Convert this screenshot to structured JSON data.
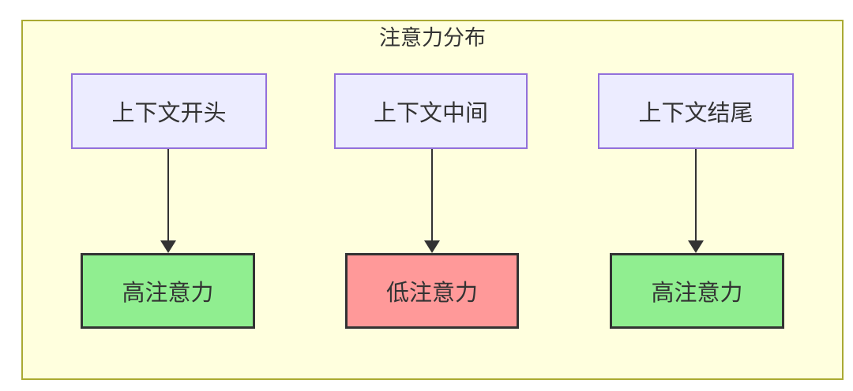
{
  "diagram": {
    "type": "flowchart",
    "title": "注意力分布",
    "top_nodes": [
      {
        "id": "context-start",
        "label": "上下文开头"
      },
      {
        "id": "context-middle",
        "label": "上下文中间"
      },
      {
        "id": "context-end",
        "label": "上下文结尾"
      }
    ],
    "bottom_nodes": [
      {
        "id": "high-attention-1",
        "label": "高注意力",
        "status": "high"
      },
      {
        "id": "low-attention",
        "label": "低注意力",
        "status": "low"
      },
      {
        "id": "high-attention-2",
        "label": "高注意力",
        "status": "high"
      }
    ],
    "edges": [
      {
        "from": "上下文开头",
        "to": "高注意力"
      },
      {
        "from": "上下文中间",
        "to": "低注意力"
      },
      {
        "from": "上下文结尾",
        "to": "高注意力"
      }
    ],
    "colors": {
      "cluster_fill": "#ffffde",
      "cluster_border": "#aaaa33",
      "node_fill": "#ececff",
      "node_border": "#9370db",
      "high_fill": "#90ee90",
      "low_fill": "#ff9999",
      "state_border": "#333333",
      "text": "#333333",
      "arrow": "#333333"
    }
  }
}
